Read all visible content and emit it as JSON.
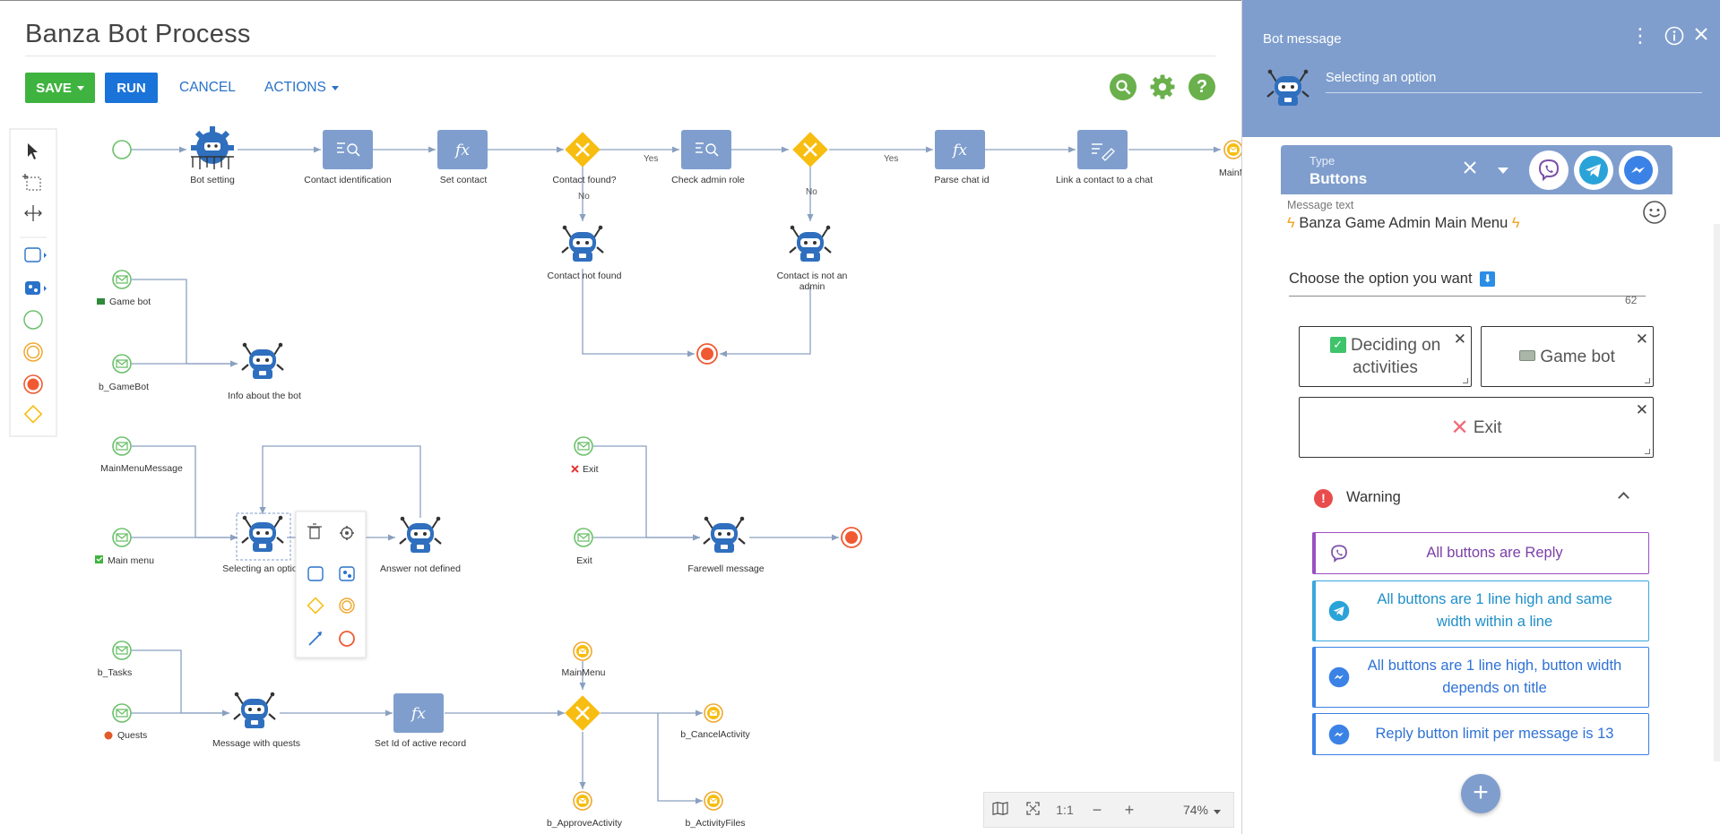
{
  "page": {
    "title": "Banza Bot Process"
  },
  "toolbar": {
    "save_label": "SAVE",
    "run_label": "RUN",
    "cancel_label": "CANCEL",
    "actions_label": "ACTIONS",
    "icons": [
      "search-icon",
      "gear-icon",
      "help-icon"
    ]
  },
  "diagram": {
    "nodes": {
      "bot_setting": "Bot setting",
      "contact_identification": "Contact identification",
      "set_contact": "Set contact",
      "contact_found": "Contact found?",
      "check_admin_role": "Check admin role",
      "parse_chat_id": "Parse chat id",
      "link_contact": "Link a contact to a chat",
      "main_cut": "MainM",
      "contact_not_found": "Contact not found",
      "contact_not_admin_1": "Contact is not an",
      "contact_not_admin_2": "admin",
      "game_bot": "Game bot",
      "b_gamebot": "b_GameBot",
      "info_bot": "Info about the bot",
      "main_menu_message": "MainMenuMessage",
      "main_menu": "Main menu",
      "selecting_option": "Selecting an optio",
      "answer_not_defined": "Answer not defined",
      "exit_1": "Exit",
      "exit_2": "Exit",
      "farewell": "Farewell message",
      "b_tasks": "b_Tasks",
      "quests": "Quests",
      "message_quests": "Message with quests",
      "set_id": "Set Id of active record",
      "main_menu_2": "MainMenu",
      "b_cancel": "b_CancelActivity",
      "b_approve": "b_ApproveActivity",
      "b_files": "b_ActivityFiles"
    },
    "flow_labels": {
      "yes": "Yes",
      "no": "No"
    }
  },
  "zoom": {
    "one_to_one": "1:1",
    "minus": "−",
    "plus": "+",
    "value": "74%"
  },
  "panel": {
    "title": "Bot message",
    "subtitle": "Selecting an option",
    "type_label": "Type",
    "type_value": "Buttons",
    "message_label": "Message text",
    "message_line1": "Banza Game Admin Main Menu",
    "message_line2": "Choose the option you want",
    "char_count": "62",
    "buttons": {
      "deciding": "Deciding on activities",
      "game_bot": "Game bot",
      "exit": "Exit"
    },
    "warning_title": "Warning",
    "warnings": [
      "All buttons are Reply",
      "All buttons are 1 line high and same width within a line",
      "All buttons are 1 line high, button width depends on title",
      "Reply button limit per message is 13"
    ],
    "colors": {
      "header": "#7f9ecd",
      "viber": "#7b4fa6",
      "telegram": "#2aa3d8",
      "messenger": "#3b82e6",
      "warning": "#e94c4c"
    }
  }
}
